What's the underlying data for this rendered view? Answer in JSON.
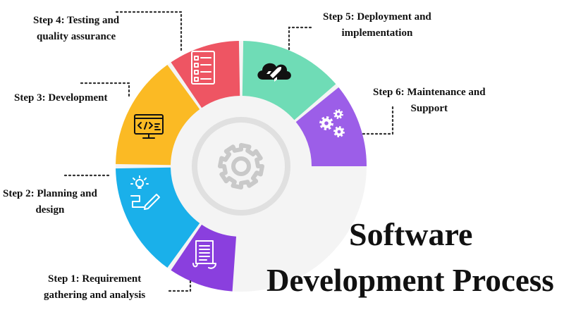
{
  "title": {
    "line1": "Software",
    "line2": "Development Process"
  },
  "colors": {
    "step1": "#8a3fde",
    "step2": "#1ab0ea",
    "step3": "#fbba24",
    "step4": "#ee5563",
    "step5": "#6fdcb6",
    "step6": "#9c5ee8",
    "gear": "#c9c9c9",
    "ring": "#e4e4e4",
    "connector": "#333333"
  },
  "steps": [
    {
      "label": "Step 1: Requirement\ngathering and analysis",
      "icon": "document-scroll-icon"
    },
    {
      "label": "Step 2: Planning and\ndesign",
      "icon": "idea-blueprint-icon"
    },
    {
      "label": "Step 3: Development",
      "icon": "code-monitor-icon"
    },
    {
      "label": "Step 4: Testing and\nquality assurance",
      "icon": "checklist-icon"
    },
    {
      "label": "Step 5: Deployment and\nimplementation",
      "icon": "cloud-rocket-icon"
    },
    {
      "label": "Step 6: Maintenance and\nSupport",
      "icon": "gears-icon"
    }
  ],
  "center_icon": "gear-icon"
}
